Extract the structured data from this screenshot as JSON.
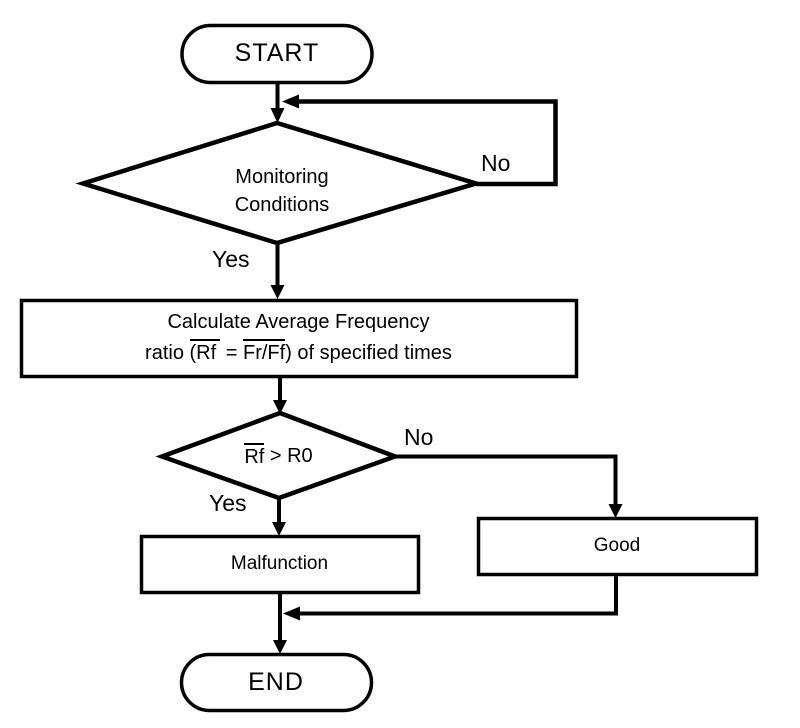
{
  "diagram": {
    "colors": {
      "line": "#000000",
      "background": "#ffffff"
    },
    "nodes": {
      "start": {
        "label": "START"
      },
      "decision_monitoring": {
        "line1": "Monitoring",
        "line2": "Conditions"
      },
      "process_calculate": {
        "line1": "Calculate Average Frequency",
        "line2": {
          "pre": "ratio ",
          "ov1": "(Rf",
          "mid": " = ",
          "ov2": "Fr/Ff",
          "post": ") of specified times"
        }
      },
      "decision_rf": {
        "ov": "Rf",
        "rest": " > R0"
      },
      "malfunction": {
        "label": "Malfunction"
      },
      "good": {
        "label": "Good"
      },
      "end": {
        "label": "END"
      }
    },
    "edge_labels": {
      "monitoring_no": "No",
      "monitoring_yes": "Yes",
      "rf_no": "No",
      "rf_yes": "Yes"
    }
  }
}
